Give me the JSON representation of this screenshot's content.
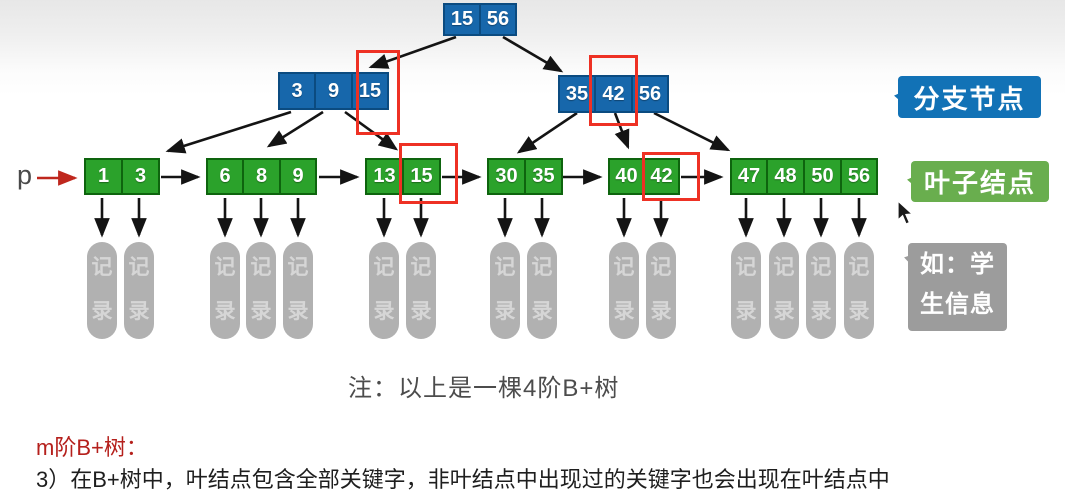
{
  "tree": {
    "root": {
      "keys": [
        "15",
        "56"
      ]
    },
    "branches": [
      {
        "keys": [
          "3",
          "9",
          "15"
        ]
      },
      {
        "keys": [
          "35",
          "42",
          "56"
        ]
      }
    ],
    "leaves": [
      {
        "keys": [
          "1",
          "3"
        ]
      },
      {
        "keys": [
          "6",
          "8",
          "9"
        ]
      },
      {
        "keys": [
          "13",
          "15"
        ]
      },
      {
        "keys": [
          "30",
          "35"
        ]
      },
      {
        "keys": [
          "40",
          "42"
        ]
      },
      {
        "keys": [
          "47",
          "48",
          "50",
          "56"
        ]
      }
    ],
    "record_label": "记录",
    "pointer_label": "p"
  },
  "legend": {
    "branch": "分支节点",
    "leaf": "叶子结点",
    "record_example": "如：学生信息"
  },
  "caption": "注：以上是一棵4阶B+树",
  "notes": {
    "heading": "m阶B+树：",
    "point": "3）在B+树中，叶结点包含全部关键字，非叶结点中出现过的关键字也会出现在叶结点中"
  },
  "colors": {
    "branch_fill": "#1767ab",
    "branch_border": "#0b4b80",
    "leaf_fill": "#2ba22b",
    "leaf_border": "#0e640e",
    "record_fill": "#b1b1b1",
    "record_text": "#d6d6d6",
    "highlight_red": "#ee3124",
    "pointer_arrow_red": "#bf271d",
    "legend_branch_bg": "#1272b6",
    "legend_leaf_bg": "#69ae4e",
    "legend_record_bg": "#9c9c9c"
  }
}
